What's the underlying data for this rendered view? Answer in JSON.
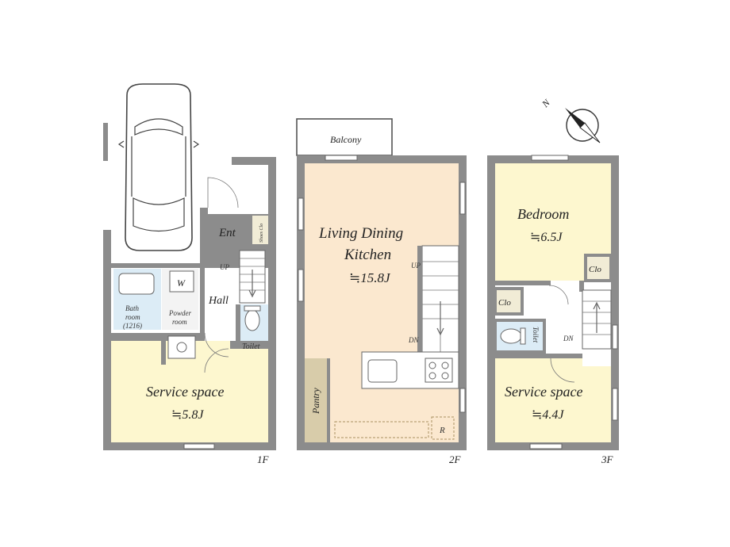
{
  "floors": [
    {
      "label": "1F",
      "rooms": {
        "ent": "Ent",
        "shoes": "Shoes Clo",
        "up": "UP",
        "hall": "Hall",
        "w": "W",
        "bath_l1": "Bath",
        "bath_l2": "room",
        "bath_l3": "(1216)",
        "powder_l1": "Powder",
        "powder_l2": "room",
        "toilet": "Toilet",
        "service": "Service space",
        "service_area": "≒5.8J"
      }
    },
    {
      "label": "2F",
      "rooms": {
        "balcony": "Balcony",
        "ldk_l1": "Living Dining",
        "ldk_l2": "Kitchen",
        "ldk_area": "≒15.8J",
        "up": "UP",
        "dn": "DN",
        "pantry": "Pantry",
        "fridge": "R"
      }
    },
    {
      "label": "3F",
      "rooms": {
        "bedroom": "Bedroom",
        "bedroom_area": "≒6.5J",
        "clo1": "Clo",
        "clo2": "Clo",
        "toilet": "Toilet",
        "dn": "DN",
        "service": "Service space",
        "service_area": "≒4.4J"
      }
    }
  ],
  "compass": "N",
  "colors": {
    "wall": "#8c8c8c",
    "service_room": "#fdf7cf",
    "ldk": "#fbe8cf",
    "bath_wet": "#dcecf6",
    "pantry": "#d8ccaa",
    "utility": "#f1ecd6"
  }
}
